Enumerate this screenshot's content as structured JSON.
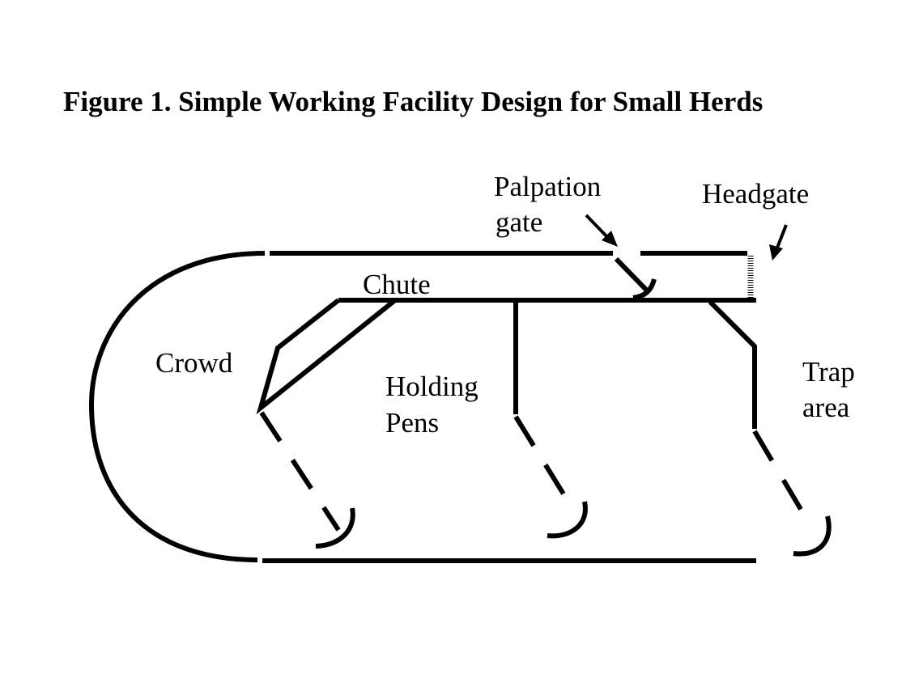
{
  "title": "Figure 1. Simple Working Facility Design for Small Herds",
  "labels": {
    "palpation_line1": "Palpation",
    "palpation_line2": "gate",
    "headgate": "Headgate",
    "chute": "Chute",
    "crowd": "Crowd",
    "holding_line1": "Holding",
    "holding_line2": "Pens",
    "trap_line1": "Trap",
    "trap_line2": "area"
  },
  "colors": {
    "ink": "#000000",
    "background": "#ffffff"
  }
}
